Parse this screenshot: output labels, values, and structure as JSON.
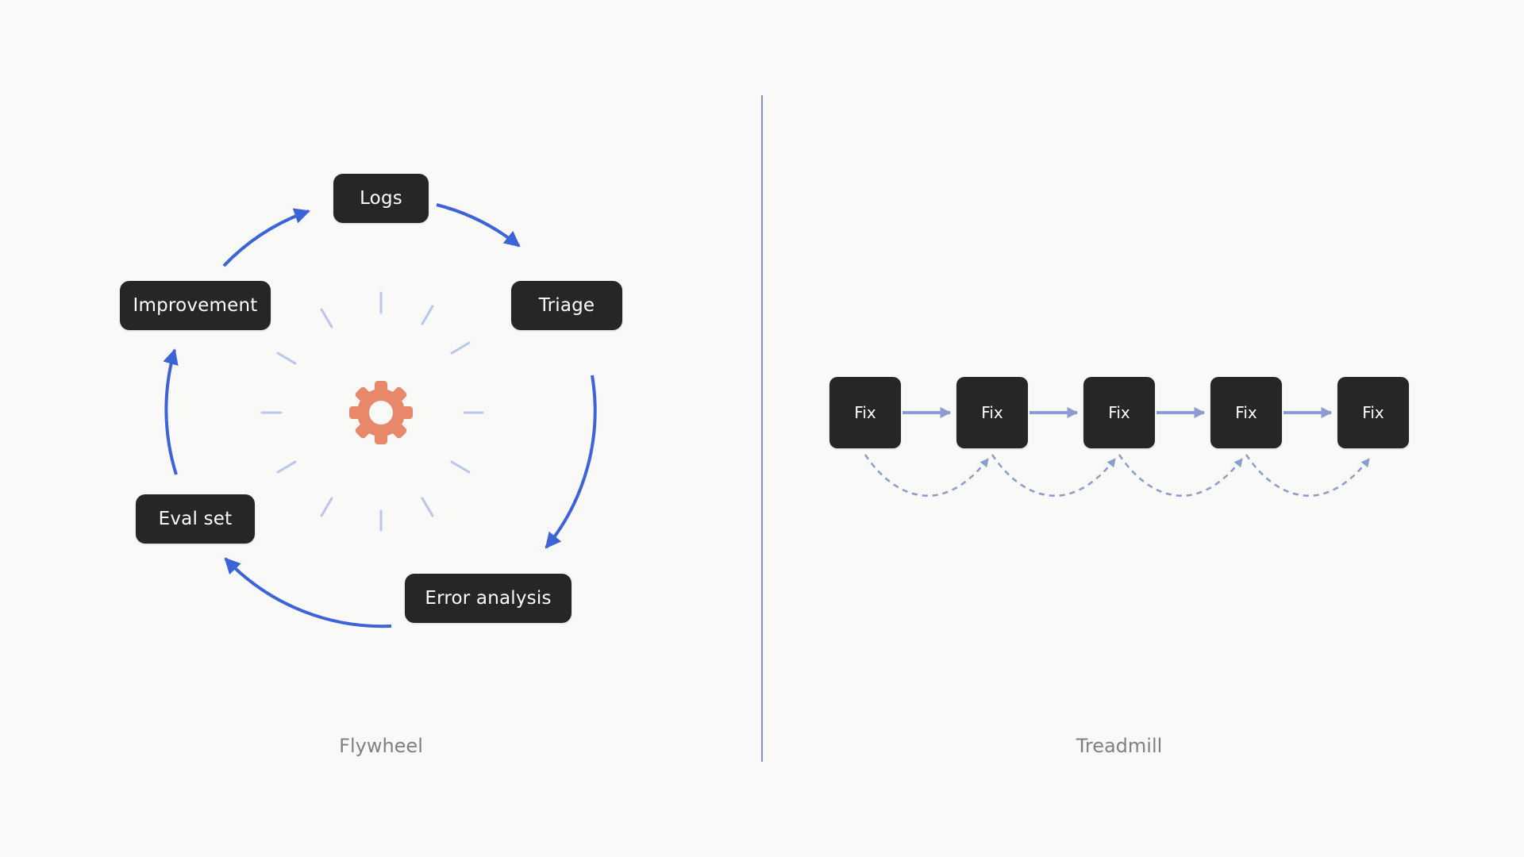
{
  "flywheel": {
    "caption": "Flywheel",
    "nodes": {
      "logs": "Logs",
      "triage": "Triage",
      "error_analysis": "Error analysis",
      "eval_set": "Eval set",
      "improvement": "Improvement"
    },
    "center_icon": "gear-icon",
    "colors": {
      "arrow": "#3d63d8",
      "rays": "#b8c6ee",
      "gear": "#e8876a",
      "node_bg": "#262626"
    }
  },
  "treadmill": {
    "caption": "Treadmill",
    "nodes": [
      "Fix",
      "Fix",
      "Fix",
      "Fix",
      "Fix"
    ],
    "colors": {
      "arrow": "#8a9ccf",
      "dashed": "#8a9ccf",
      "node_bg": "#262626"
    }
  },
  "divider_color": "#7b93cc"
}
